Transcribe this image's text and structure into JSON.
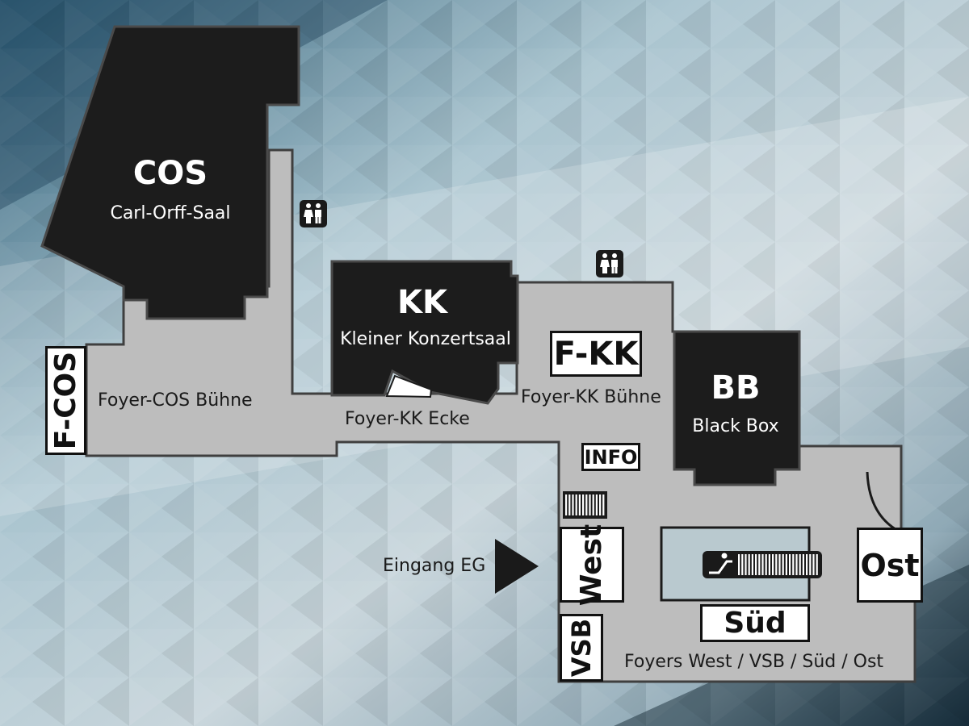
{
  "rooms": {
    "cos": {
      "code": "COS",
      "name": "Carl-Orff-Saal"
    },
    "kk": {
      "code": "KK",
      "name": "Kleiner Konzertsaal"
    },
    "bb": {
      "code": "BB",
      "name": "Black Box"
    }
  },
  "areas": {
    "foyer_cos": "Foyer-COS Bühne",
    "foyer_kk_ecke": "Foyer-KK Ecke",
    "foyer_kk": "Foyer-KK Bühne",
    "foyers_south": "Foyers West / VSB / Süd / Ost",
    "entrance": "Eingang EG"
  },
  "tags": {
    "f_cos": "F-COS",
    "f_kk": "F-KK",
    "info": "INFO",
    "west": "West",
    "vsb": "VSB",
    "sued": "Süd",
    "ost": "Ost"
  },
  "icons": {
    "toilet": "restroom-icon",
    "stairs": "stairs-icon",
    "escalator": "escalator-icon",
    "entrance_arrow": "entrance-arrow-icon"
  },
  "colors": {
    "room": "#1c1c1c",
    "floor": "#bdbdbd",
    "outline": "#3f3f3f",
    "tag_bg": "#ffffff"
  }
}
